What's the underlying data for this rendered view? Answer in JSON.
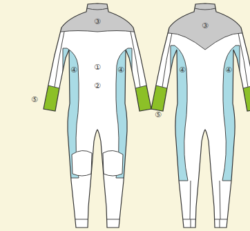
{
  "diagram": {
    "labels": [
      "③",
      "①",
      "④",
      "④",
      "②",
      "⑤",
      "⑤",
      "③",
      "④",
      "④"
    ]
  }
}
